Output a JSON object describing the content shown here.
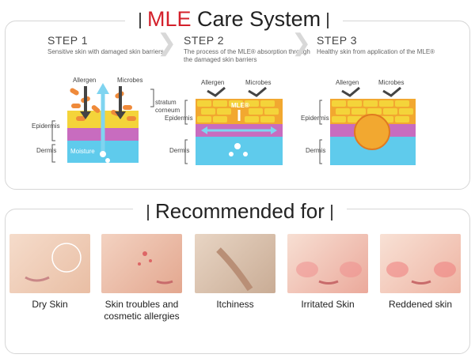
{
  "header": {
    "brand": "MLE",
    "rest": "Care System"
  },
  "steps": [
    {
      "title": "STEP 1",
      "desc": "Sensitive skin with damaged skin barriers"
    },
    {
      "title": "STEP 2",
      "desc": "The process of the MLE® absorption through the damaged skin barriers"
    },
    {
      "title": "STEP 3",
      "desc": "Healthy skin from application of the MLE®"
    }
  ],
  "labels": {
    "allergen": "Allergen",
    "microbes": "Microbes",
    "stratum": "stratum corneum",
    "epidermis": "Epidermis",
    "dermis": "Dermis",
    "moisture": "Moisture",
    "mle": "MLE®"
  },
  "recommended": {
    "title": "Recommended for",
    "items": [
      {
        "caption": "Dry Skin"
      },
      {
        "caption": "Skin troubles and cosmetic allergies"
      },
      {
        "caption": "Itchiness"
      },
      {
        "caption": "Irritated Skin"
      },
      {
        "caption": "Reddened skin"
      }
    ]
  },
  "colors": {
    "brand": "#d4202b",
    "stratum": "#f2a830",
    "epidermis": "#c86cbf",
    "dermis": "#5fcbec",
    "allergen": "#ef8a3a"
  }
}
